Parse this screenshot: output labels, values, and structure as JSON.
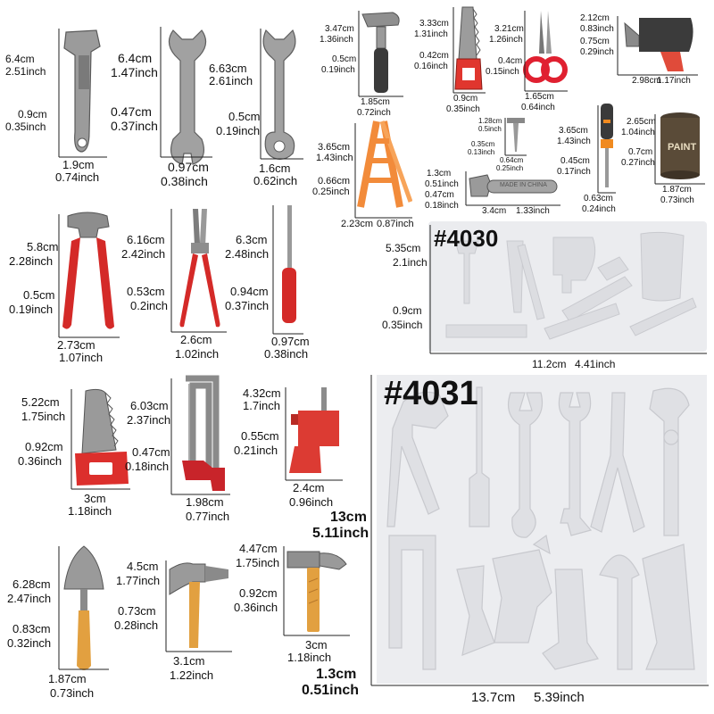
{
  "tools": {
    "wrench1": {
      "h_cm": "6.4cm",
      "h_in": "2.51inch",
      "t_cm": "0.9cm",
      "t_in": "0.35inch",
      "w_cm": "1.9cm",
      "w_in": "0.74inch"
    },
    "wrench2": {
      "h_cm": "6.4cm",
      "h_in": "1.47inch",
      "t_cm": "0.47cm",
      "t_in": "0.37inch",
      "w_cm": "0.97cm",
      "w_in": "0.38inch"
    },
    "wrench3": {
      "h_cm": "6.63cm",
      "h_in": "2.61inch",
      "t_cm": "0.5cm",
      "t_in": "0.19inch",
      "w_cm": "1.6cm",
      "w_in": "0.62inch"
    },
    "hammer_small": {
      "h_cm": "3.47cm",
      "h_in": "1.36inch",
      "t_cm": "0.5cm",
      "t_in": "0.19inch",
      "w_cm": "1.85cm",
      "w_in": "0.72inch"
    },
    "saw_small": {
      "h_cm": "3.33cm",
      "h_in": "1.31inch",
      "t_cm": "0.42cm",
      "t_in": "0.16inch",
      "w_cm": "0.9cm",
      "w_in": "0.35inch"
    },
    "scissors": {
      "h_cm": "3.21cm",
      "h_in": "1.26inch",
      "t_cm": "0.4cm",
      "t_in": "0.15inch",
      "w_cm": "1.65cm",
      "w_in": "0.64inch"
    },
    "drill_small": {
      "h_cm": "2.12cm",
      "h_in": "0.83inch",
      "t_cm": "0.75cm",
      "t_in": "0.29inch",
      "w_cm": "2.98cm",
      "w_in": "1.17inch"
    },
    "ladder": {
      "h_cm": "3.65cm",
      "h_in": "1.43inch",
      "t_cm": "0.66cm",
      "t_in": "0.25inch",
      "w_cm": "2.23cm",
      "w_in": "0.87inch"
    },
    "nail": {
      "h_cm": "1.28cm",
      "h_in": "0.5inch",
      "t_cm": "0.35cm",
      "t_in": "0.13inch",
      "w_cm": "0.64cm",
      "w_in": "0.25inch"
    },
    "adjwrench_small": {
      "h_cm": "1.3cm",
      "h_in": "0.51inch",
      "t_cm": "0.47cm",
      "t_in": "0.18inch",
      "w_cm": "3.4cm",
      "w_in": "1.33inch",
      "brand": "MADE IN CHINA"
    },
    "screwdriver_small": {
      "h_cm": "3.65cm",
      "h_in": "1.43inch",
      "t_cm": "0.45cm",
      "t_in": "0.17inch",
      "w_cm": "0.63cm",
      "w_in": "0.24inch"
    },
    "paint_can": {
      "h_cm": "2.65cm",
      "h_in": "1.04inch",
      "t_cm": "0.7cm",
      "t_in": "0.27inch",
      "w_cm": "1.87cm",
      "w_in": "0.73inch",
      "label": "PAINT"
    },
    "pliers_red": {
      "h_cm": "5.8cm",
      "h_in": "2.28inch",
      "t_cm": "0.5cm",
      "t_in": "0.19inch",
      "w_cm": "2.73cm",
      "w_in": "1.07inch"
    },
    "pliers_needle": {
      "h_cm": "6.16cm",
      "h_in": "2.42inch",
      "t_cm": "0.53cm",
      "t_in": "0.2inch",
      "w_cm": "2.6cm",
      "w_in": "1.02inch"
    },
    "screwdriver_red": {
      "h_cm": "6.3cm",
      "h_in": "2.48inch",
      "t_cm": "0.94cm",
      "t_in": "0.37inch",
      "w_cm": "0.97cm",
      "w_in": "0.38inch"
    },
    "saw_red": {
      "h_cm": "5.22cm",
      "h_in": "1.75inch",
      "t_cm": "0.92cm",
      "t_in": "0.36inch",
      "w_cm": "3cm",
      "w_in": "1.18inch"
    },
    "hacksaw": {
      "h_cm": "6.03cm",
      "h_in": "2.37inch",
      "t_cm": "0.47cm",
      "t_in": "0.18inch",
      "w_cm": "1.98cm",
      "w_in": "0.77inch"
    },
    "drill_red": {
      "h_cm": "4.32cm",
      "h_in": "1.7inch",
      "t_cm": "0.55cm",
      "t_in": "0.21inch",
      "w_cm": "2.4cm",
      "w_in": "0.96inch"
    },
    "shovel": {
      "h_cm": "6.28cm",
      "h_in": "2.47inch",
      "t_cm": "0.83cm",
      "t_in": "0.32inch",
      "w_cm": "1.87cm",
      "w_in": "0.73inch"
    },
    "axe": {
      "h_cm": "4.5cm",
      "h_in": "1.77inch",
      "t_cm": "0.73cm",
      "t_in": "0.28inch",
      "w_cm": "3.1cm",
      "w_in": "1.22inch"
    },
    "hammer_big": {
      "h_cm": "4.47cm",
      "h_in": "1.75inch",
      "t_cm": "0.92cm",
      "t_in": "0.36inch",
      "w_cm": "3cm",
      "w_in": "1.18inch"
    }
  },
  "molds": {
    "m4030": {
      "label": "#4030",
      "h_cm": "5.35cm",
      "h_in": "2.1inch",
      "t_cm": "0.9cm",
      "t_in": "0.35inch",
      "w_cm": "11.2cm",
      "w_in": "4.41inch"
    },
    "m4031": {
      "label": "#4031",
      "h_cm": "13cm",
      "h_in": "5.11inch",
      "t_cm": "1.3cm",
      "t_in": "0.51inch",
      "w_cm": "13.7cm",
      "w_in": "5.39inch"
    }
  },
  "colors": {
    "red": "#d42a28",
    "silver": "#9a9a9a",
    "wood": "#d99a3a",
    "orange": "#f08a3a",
    "mold": "#ecedf0",
    "black": "#222222"
  }
}
